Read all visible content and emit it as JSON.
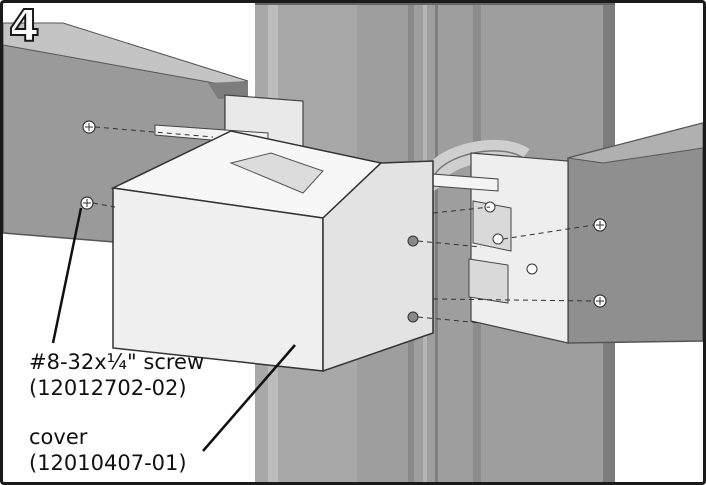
{
  "step_number": "4",
  "callouts": {
    "screw": {
      "name": "#8-32x¼\" screw",
      "part_number": "(12012702-02)"
    },
    "cover": {
      "name": "cover",
      "part_number": "(12010407-01)"
    }
  }
}
